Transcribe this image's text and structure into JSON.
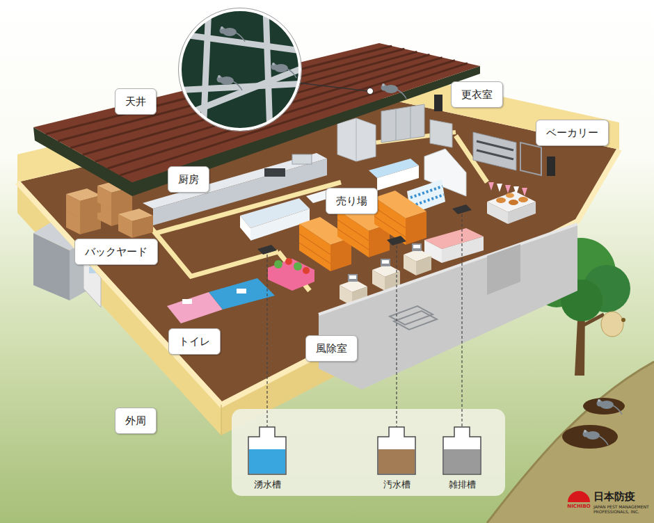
{
  "diagram": {
    "nodes": [
      {
        "text": [
          "天井"
        ]
      },
      {
        "text": [
          "更衣室"
        ]
      },
      {
        "text": [
          "ベーカリー"
        ]
      },
      {
        "text": [
          "厨房"
        ]
      },
      {
        "text": [
          "売り場"
        ]
      },
      {
        "text": [
          "バックヤード"
        ]
      },
      {
        "text": [
          "トイレ"
        ]
      },
      {
        "text": [
          "風除室"
        ]
      },
      {
        "text": [
          "外周"
        ]
      }
    ],
    "labels": [
      "湧水槽",
      "汚水槽",
      "雑排槽",
      "日本防疫",
      "NICHIBO",
      "JAPAN PEST MANAGEMENT PROFESSIONALS, INC."
    ]
  }
}
